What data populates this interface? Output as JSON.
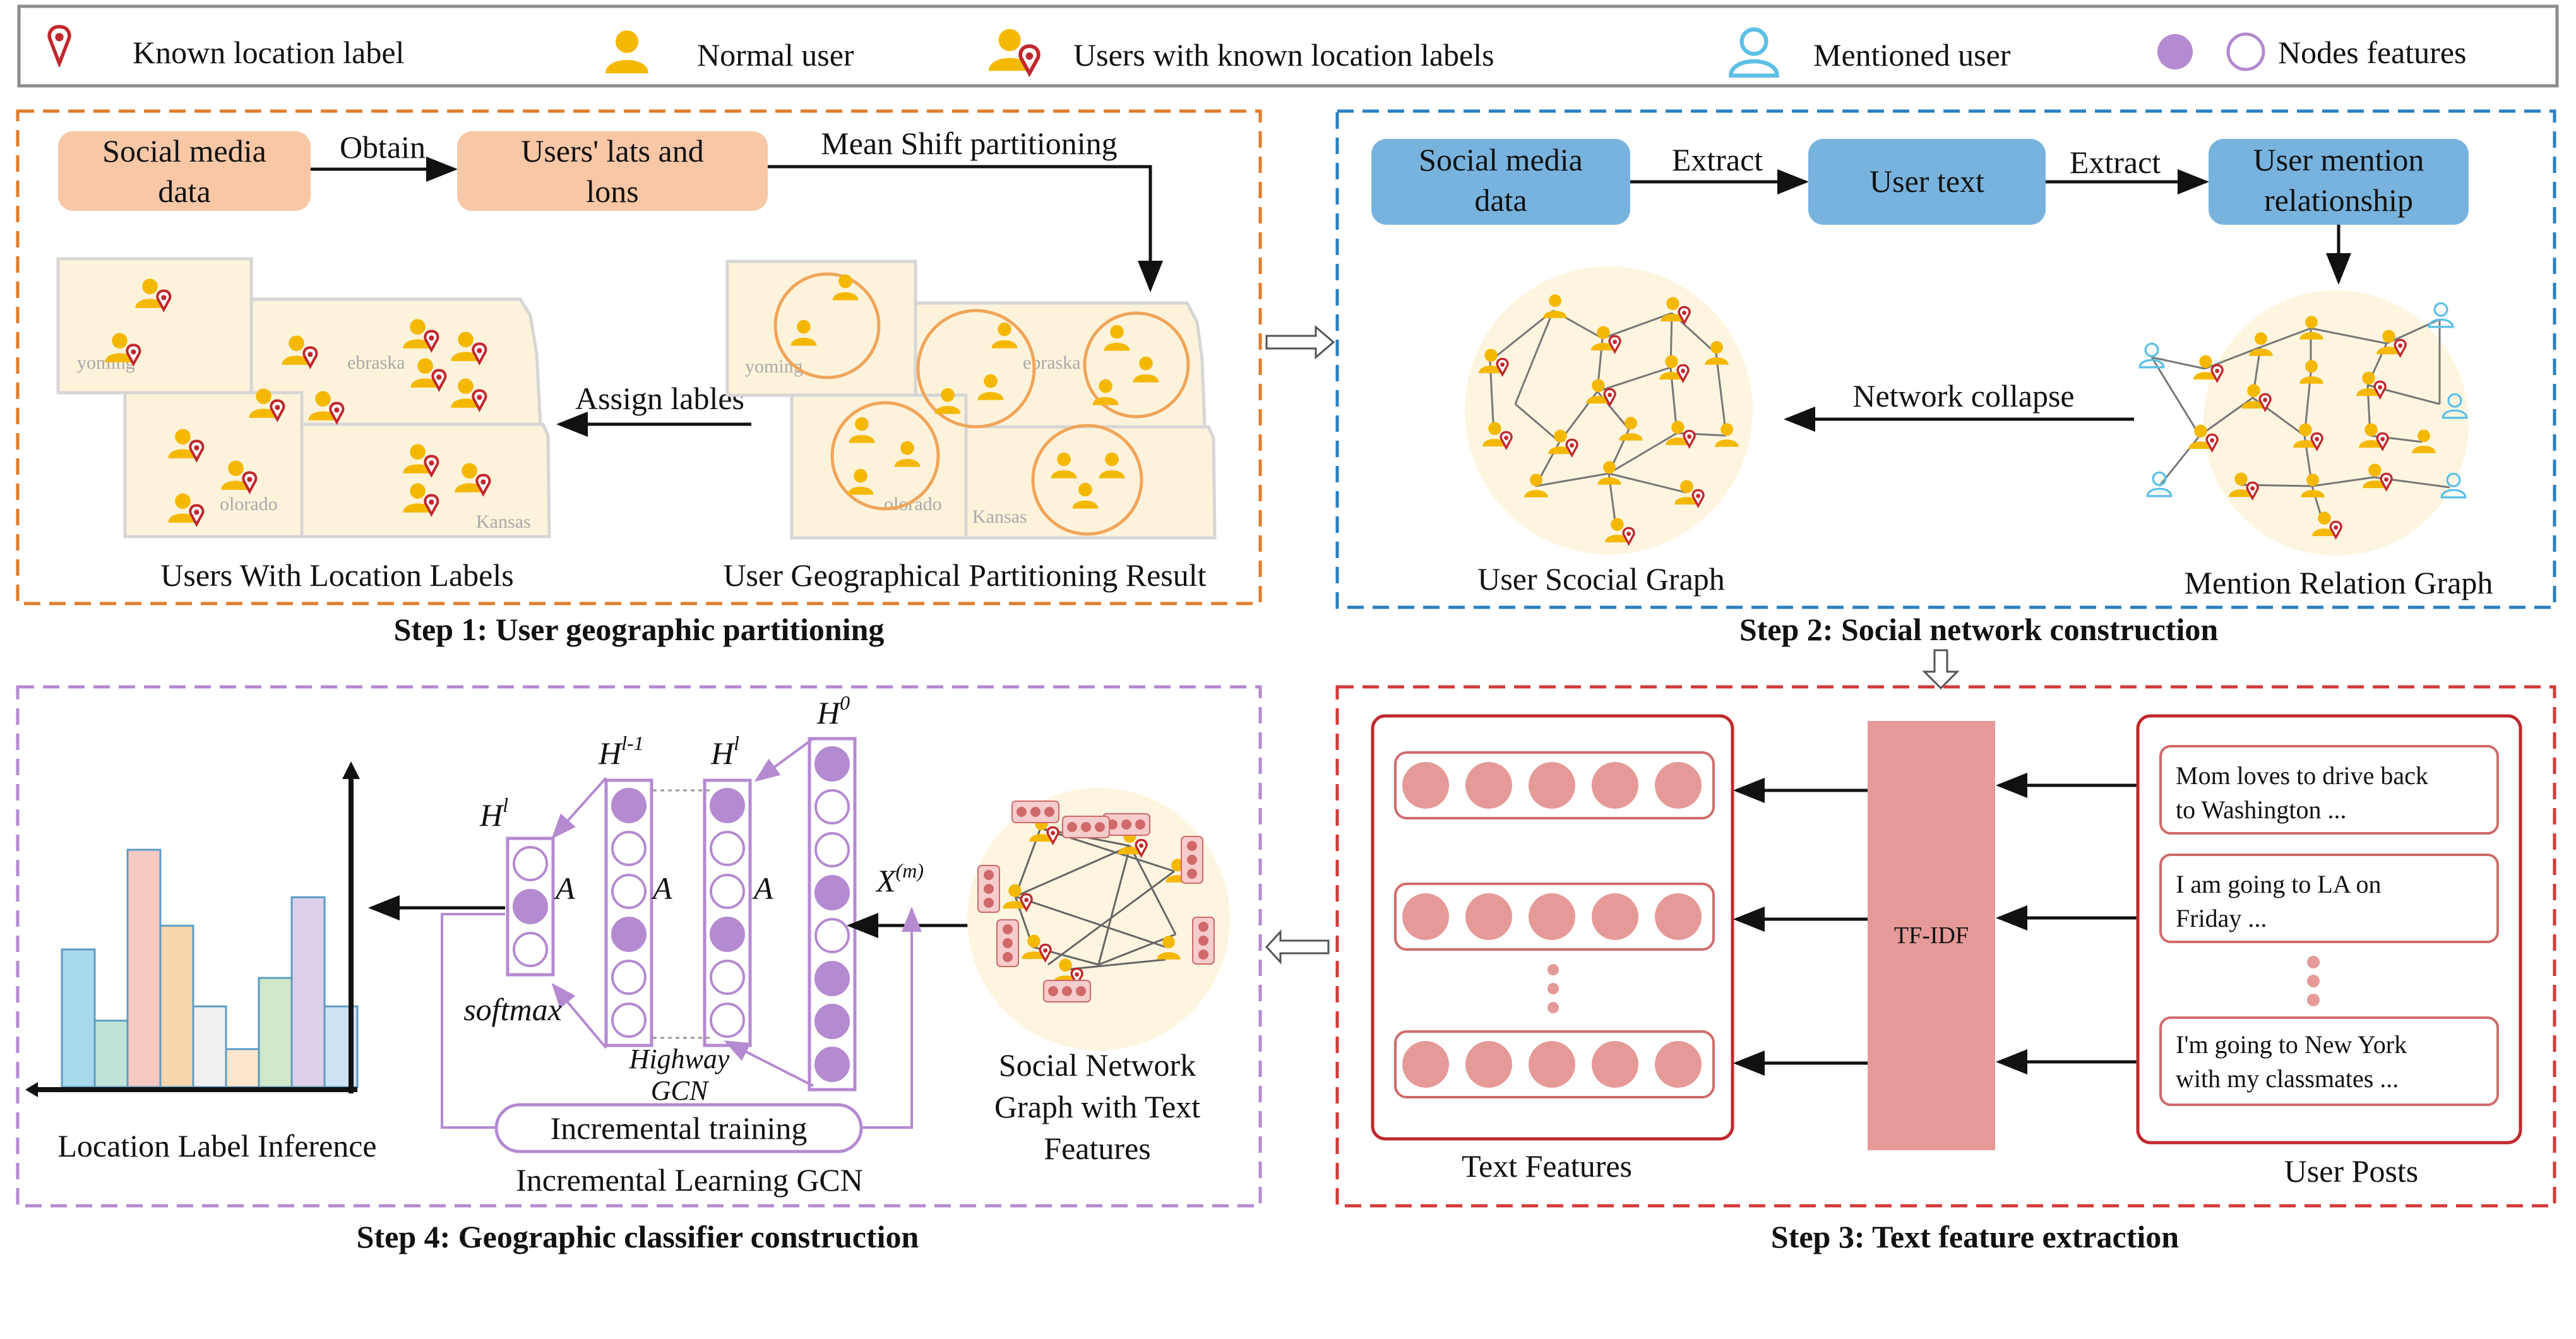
{
  "legend": {
    "known_location_label": "Known location label",
    "normal_user": "Normal user",
    "users_with_known_labels": "Users with known location labels",
    "mentioned_user": "Mentioned user",
    "nodes_features": "Nodes features"
  },
  "step1": {
    "title": "Step 1: User geographic partitioning",
    "box_social": [
      "Social media",
      "data"
    ],
    "arrow_obtain": "Obtain",
    "box_latlon": [
      "Users' lats and",
      "lons"
    ],
    "arrow_meanshift": "Mean Shift partitioning",
    "arrow_assign": "Assign lables",
    "caption_left": "Users With Location Labels",
    "caption_right": "User Geographical Partitioning Result",
    "map_states": [
      "yoming",
      "ebraska",
      "olorado",
      "Kansas"
    ]
  },
  "step2": {
    "title": "Step 2: Social network construction",
    "box_social": [
      "Social media",
      "data"
    ],
    "arrow_extract1": "Extract",
    "box_text": "User text",
    "arrow_extract2": "Extract",
    "box_mention": [
      "User mention",
      "relationship"
    ],
    "arrow_collapse": "Network collapse",
    "caption_left": "User Scocial Graph",
    "caption_right": "Mention Relation Graph"
  },
  "step3": {
    "title": "Step 3: Text feature extraction",
    "tfidf": "TF-IDF",
    "caption_features": "Text Features",
    "caption_posts": "User Posts",
    "posts": [
      [
        "Mom loves to drive back",
        "to Washington  ..."
      ],
      [
        " I am going to LA on",
        "Friday ..."
      ],
      [
        "I'm going to New York",
        "with my classmates ..."
      ]
    ]
  },
  "step4": {
    "title": "Step 4: Geographic  classifier construction",
    "caption_inference": "Location Label Inference",
    "caption_gcn": "Incremental Learning GCN",
    "incremental_training": "Incremental training",
    "highway": [
      "Highway",
      "GCN"
    ],
    "softmax": "softmax",
    "A": "A",
    "H": "H",
    "sup_l": "l",
    "sup_lm1": "l-1",
    "sup_0": "0",
    "X": "X",
    "sup_m": "(m)",
    "caption_graph": [
      "Social Network",
      "Graph with Text",
      "Features"
    ],
    "bars": [
      {
        "value": 0.58,
        "color": "#a7d8ec"
      },
      {
        "value": 0.28,
        "color": "#bfe3d9"
      },
      {
        "value": 1.0,
        "color": "#f7c9c3"
      },
      {
        "value": 0.68,
        "color": "#f9d6ad"
      },
      {
        "value": 0.34,
        "color": "#f0f0f0"
      },
      {
        "value": 0.16,
        "color": "#fde7cc"
      },
      {
        "value": 0.46,
        "color": "#cfe8c9"
      },
      {
        "value": 0.8,
        "color": "#ddd0ea"
      },
      {
        "value": 0.34,
        "color": "#cfe2f3"
      }
    ]
  },
  "colors": {
    "step1_border": "#e07b2a",
    "step2_border": "#2a7fc1",
    "step3_border": "#d23a3a",
    "step4_border": "#b48ad0",
    "salmon_box": "#f8c7a6",
    "blue_box": "#78b3de",
    "user_yellow": "#f5b800",
    "pin_red": "#c0282c",
    "mention_blue": "#5cc0e6",
    "purple": "#b48ad0",
    "pink_feature": "#e59a98"
  }
}
